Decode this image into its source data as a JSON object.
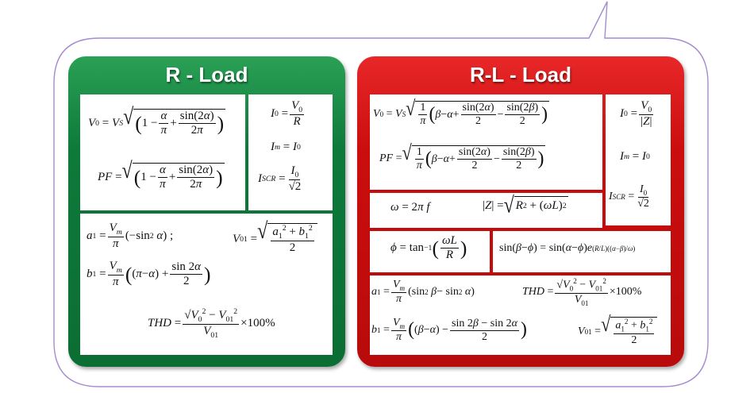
{
  "r_load": {
    "title": "R - Load",
    "eq_v0": "V0 = VS √(1 − α/π + sin(2α)/2π)",
    "eq_pf": "PF = √(1 − α/π + sin(2α)/2π)",
    "eq_i0": "I0 = V0 / R",
    "eq_im": "Im = I0",
    "eq_iscr": "ISCR = I0 / √2",
    "eq_a1": "a1 = Vm/π (−sin²α) ;",
    "eq_v01": "V01 = √((a1² + b1²)/2)",
    "eq_b1": "b1 = Vm/π ((π − α) + sin2α/2)",
    "eq_thd": "THD = √(V0² − V01²)/V01 × 100%"
  },
  "rl_load": {
    "title": "R-L - Load",
    "eq_v0": "V0 = VS √(1/π (β − α + sin(2α)/2 − sin(2β)/2))",
    "eq_pf": "PF = √(1/π (β − α + sin(2α)/2 − sin(2β)/2))",
    "eq_i0": "I0 = V0 / |Z|",
    "eq_im": "Im = I0",
    "eq_iscr": "ISCR = I0 / √2",
    "eq_omega": "ω = 2π f",
    "eq_z": "|Z| = √(R² + (ωL)²)",
    "eq_phi": "ϕ = tan⁻¹(ωL/R)",
    "eq_sin": "sin(β − ϕ) = sin(α − ϕ) e^((R/L)((α − β)/ω))",
    "eq_a1": "a1 = Vm/π (sin²β − sin²α)",
    "eq_thd": "THD = √(V0² − V01²)/V01 × 100%",
    "eq_b1": "b1 = Vm/π ((β − α) − (sin2β − sin2α)/2)",
    "eq_v01": "V01 = √((a1² + b1²)/2)"
  },
  "colors": {
    "green": "#0d7a3a",
    "red": "#cc0d0d",
    "bubble_stroke": "#a58bd0"
  }
}
